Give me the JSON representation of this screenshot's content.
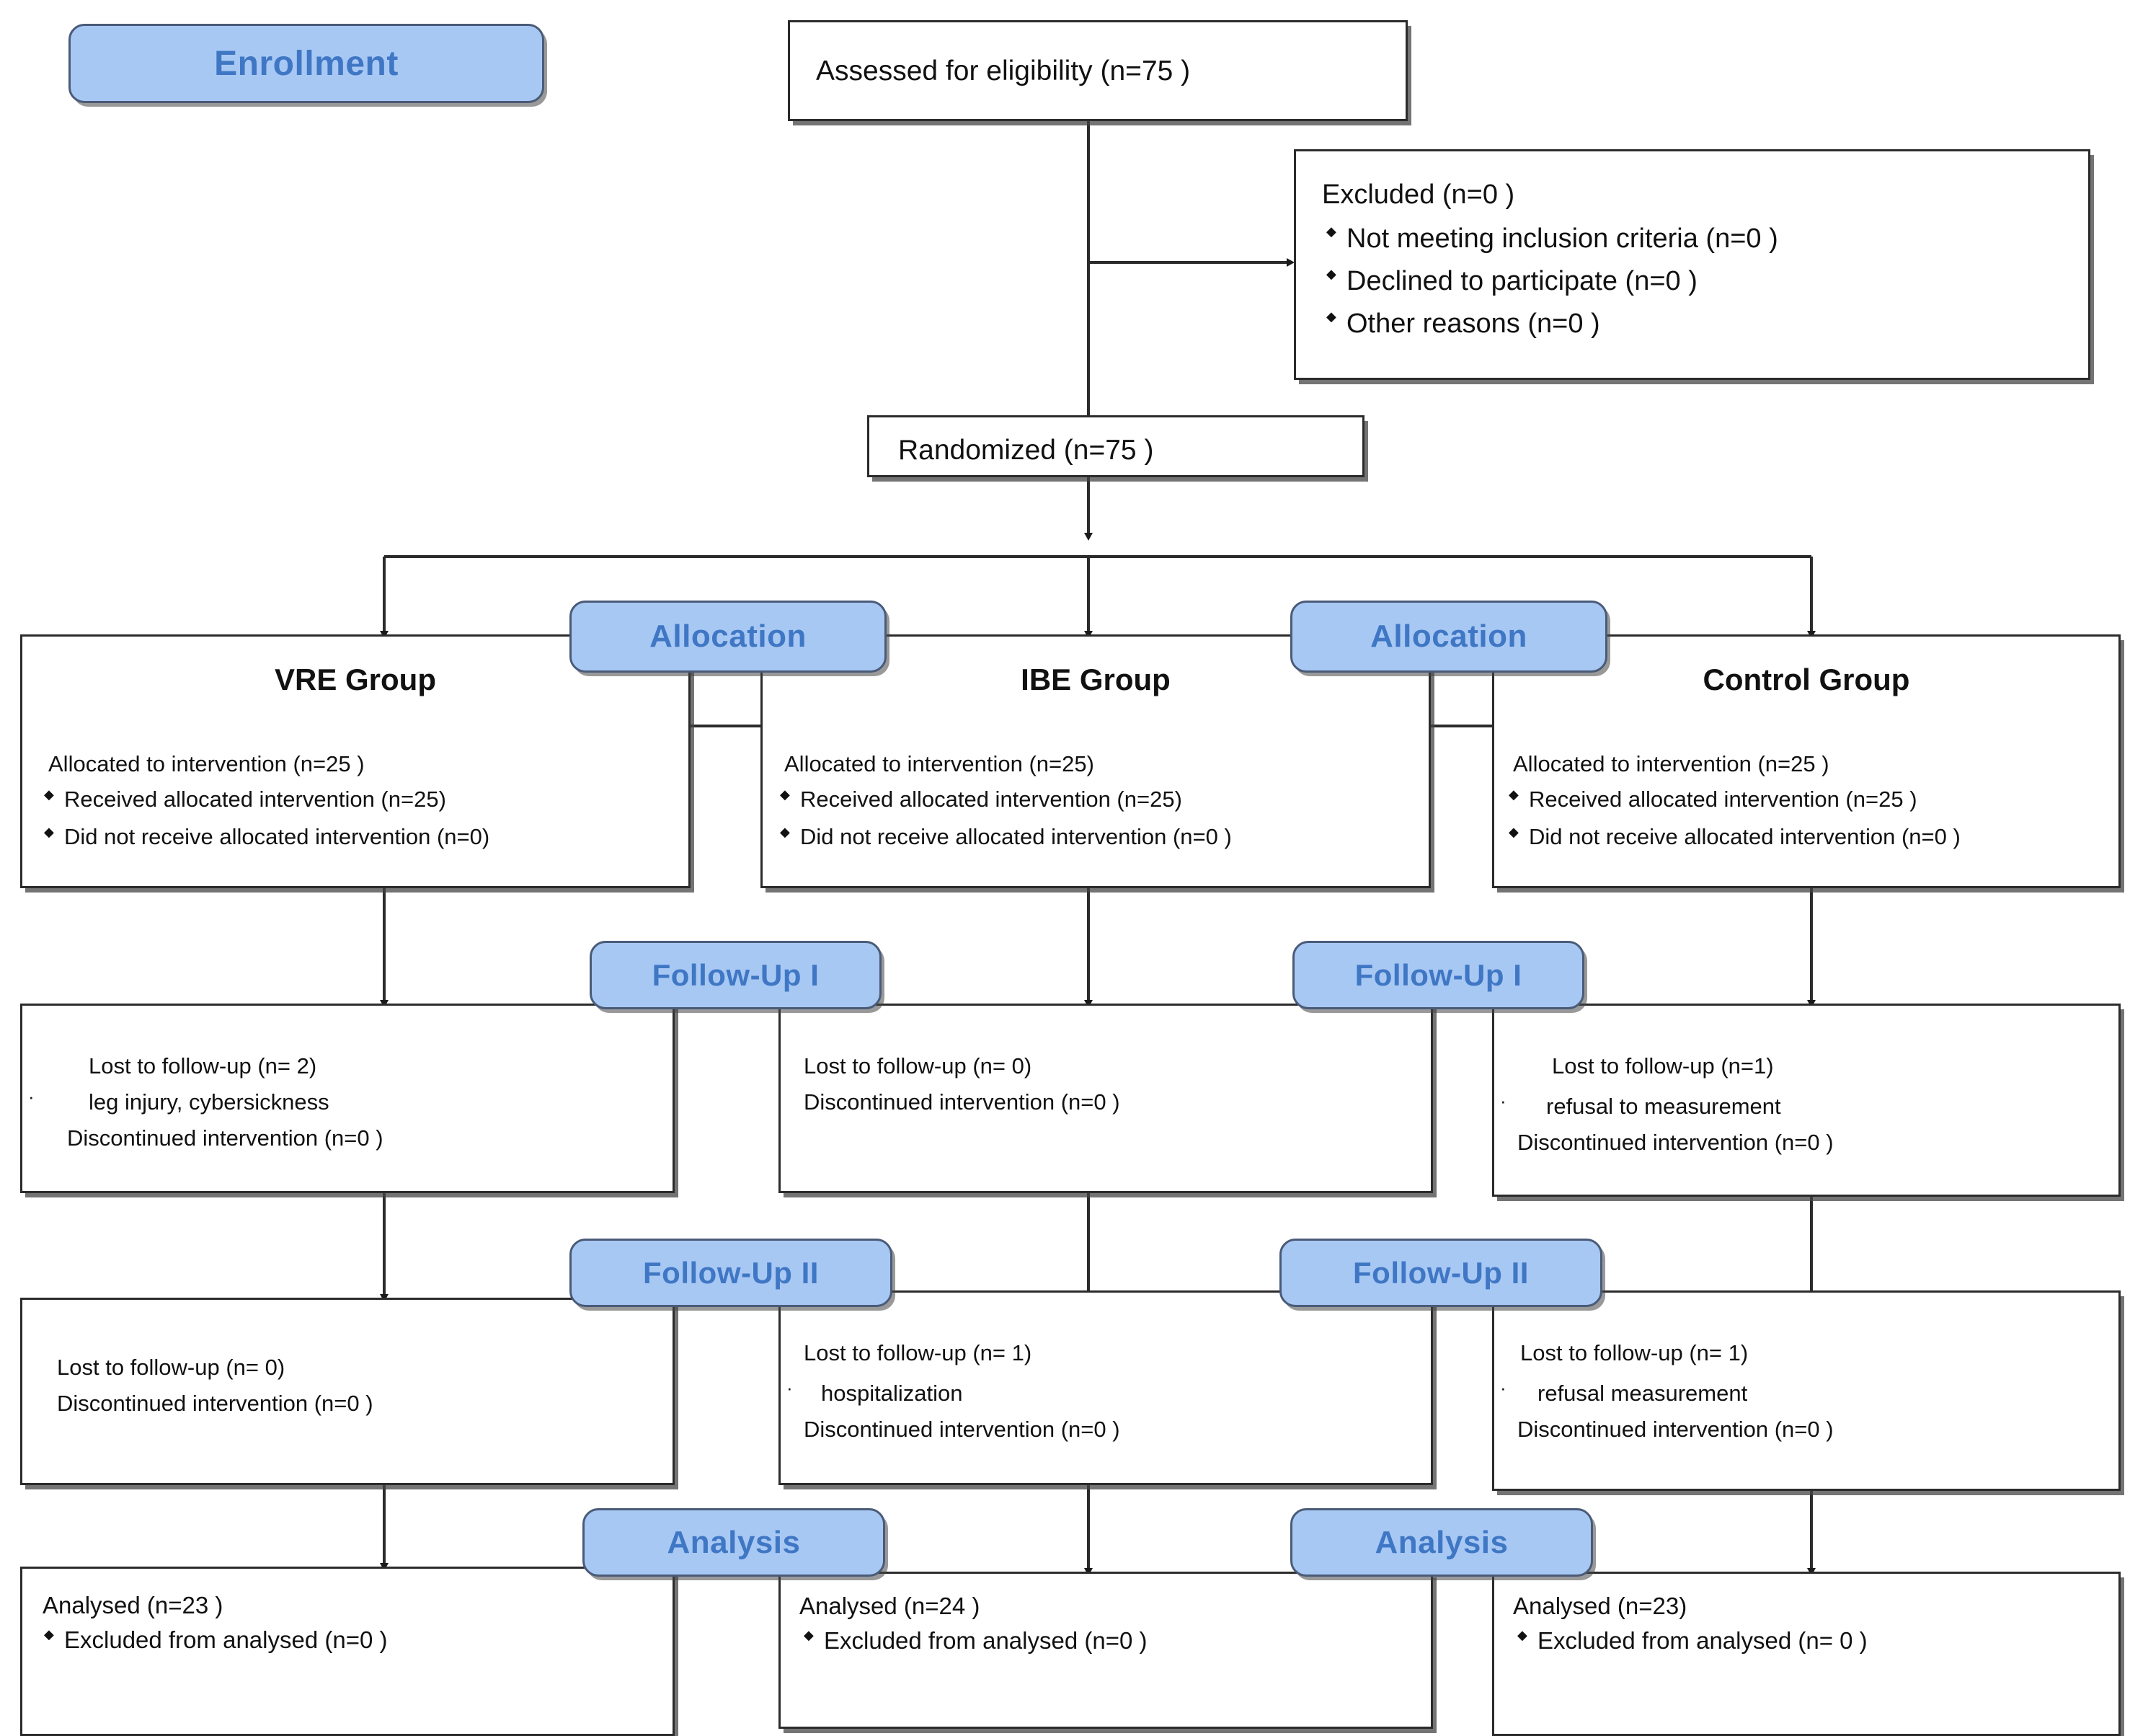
{
  "diagram": {
    "title": "CONSORT participant flow diagram",
    "accent_blue": "#a8c8f4",
    "accent_text_blue": "#3f77c4",
    "stage_labels": {
      "enrollment": "Enrollment",
      "allocation_left": "Allocation",
      "allocation_right": "Allocation",
      "followup1_left": "Follow-Up I",
      "followup1_right": "Follow-Up I",
      "followup2_left": "Follow-Up II",
      "followup2_right": "Follow-Up II",
      "analysis_left": "Analysis",
      "analysis_right": "Analysis"
    },
    "enrollment": {
      "assessed": "Assessed for eligibility (n=75 )",
      "excluded_title": "Excluded  (n=0 )",
      "excluded_reasons": [
        "Not meeting inclusion criteria (n=0 )",
        "Declined to participate (n=0 )",
        "Other reasons (n=0 )"
      ],
      "randomized": "Randomized (n=75 )"
    },
    "allocation": [
      {
        "group": "VRE Group",
        "allocated": "Allocated to intervention (n=25 )",
        "bullets": [
          "Received allocated intervention  (n=25)",
          "Did not receive allocated intervention (n=0)"
        ]
      },
      {
        "group": "IBE Group",
        "allocated": "Allocated to intervention (n=25)",
        "bullets": [
          "Received allocated intervention (n=25)",
          "Did not receive allocated intervention (n=0 )"
        ]
      },
      {
        "group": "Control Group",
        "allocated": "Allocated to intervention (n=25 )",
        "bullets": [
          "Received allocated intervention (n=25 )",
          "Did not receive allocated intervention  (n=0 )"
        ]
      }
    ],
    "followup1": [
      {
        "lost": "Lost to follow-up (n= 2)",
        "reason": "leg injury, cybersickness",
        "discontinued": "Discontinued intervention  (n=0  )"
      },
      {
        "lost": "Lost to follow-up  (n= 0)",
        "reason": "",
        "discontinued": "Discontinued intervention  (n=0 )"
      },
      {
        "lost": "Lost to follow-up  (n=1)",
        "reason": "refusal to measurement",
        "discontinued": "Discontinued intervention  (n=0  )"
      }
    ],
    "followup2": [
      {
        "lost": "Lost to follow-up  (n= 0)",
        "reason": "",
        "discontinued": "Discontinued intervention  (n=0 )"
      },
      {
        "lost": "Lost to follow-up  (n= 1)",
        "reason": "hospitalization",
        "discontinued": "Discontinued intervention  (n=0 )"
      },
      {
        "lost": "Lost to follow-up  (n= 1)",
        "reason": "refusal  measurement",
        "discontinued": "Discontinued intervention  (n=0 )"
      }
    ],
    "analysis": [
      {
        "analysed": "Analysed  (n=23 )",
        "bullets": [
          "Excluded from analysed  (n=0 )"
        ]
      },
      {
        "analysed": "Analysed  (n=24 )",
        "bullets": [
          "Excluded from analysed  (n=0 )"
        ]
      },
      {
        "analysed": "Analysed  (n=23)",
        "bullets": [
          "Excluded from analysed  (n= 0 )"
        ]
      }
    ]
  }
}
